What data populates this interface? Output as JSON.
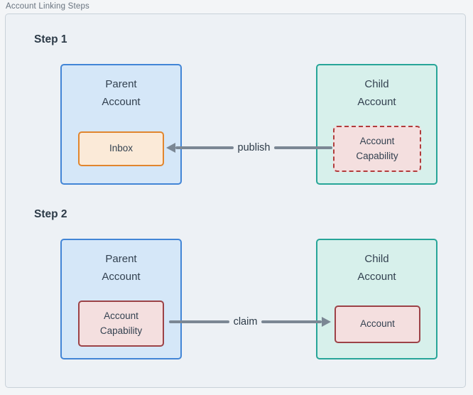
{
  "diagram": {
    "title": "Account Linking Steps"
  },
  "colors": {
    "page_bg": "#f3f5f7",
    "panel_bg": "#edf1f5",
    "panel_border": "#c8d1d9",
    "muted_text": "#67727e",
    "heading_text": "#2c3a47",
    "body_text": "#334150",
    "parent_fill": "#d5e7f8",
    "parent_border": "#4285d6",
    "child_fill": "#d7f0eb",
    "child_border": "#27a598",
    "inbox_fill": "#fbead8",
    "inbox_border": "#e1862e",
    "capability_fill": "#f4dfdf",
    "capability_border": "#9c4247",
    "capability_dashed_border": "#b23c3c",
    "arrow_color": "#7b8794"
  },
  "steps": [
    {
      "label": "Step 1",
      "parent": {
        "title": "Parent\nAccount",
        "inner_label": "Inbox"
      },
      "child": {
        "title": "Child\nAccount",
        "inner_label": "Account\nCapability"
      },
      "arrow": {
        "label": "publish",
        "direction": "left"
      }
    },
    {
      "label": "Step 2",
      "parent": {
        "title": "Parent\nAccount",
        "inner_label": "Account\nCapability"
      },
      "child": {
        "title": "Child\nAccount",
        "inner_label": "Account"
      },
      "arrow": {
        "label": "claim",
        "direction": "right"
      }
    }
  ]
}
